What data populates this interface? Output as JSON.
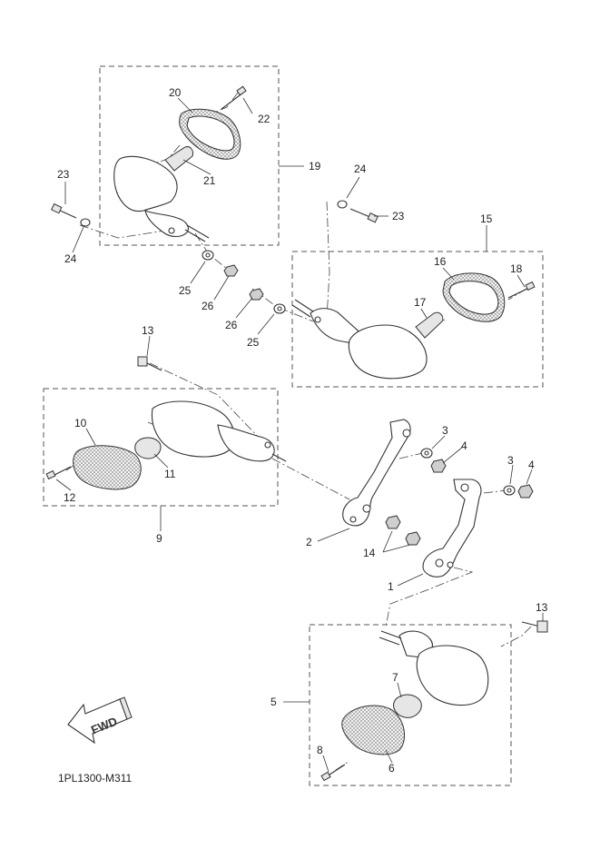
{
  "diagram_code": "1PL1300-M311",
  "fwd_label": "FWD",
  "parts": {
    "p1": "1",
    "p2": "2",
    "p3a": "3",
    "p3b": "3",
    "p4a": "4",
    "p4b": "4",
    "p5": "5",
    "p6": "6",
    "p7": "7",
    "p8": "8",
    "p9": "9",
    "p10": "10",
    "p11": "11",
    "p12": "12",
    "p13a": "13",
    "p13b": "13",
    "p14": "14",
    "p15": "15",
    "p16": "16",
    "p17": "17",
    "p18": "18",
    "p19": "19",
    "p20": "20",
    "p21": "21",
    "p22": "22",
    "p23a": "23",
    "p23b": "23",
    "p24a": "24",
    "p24b": "24",
    "p25a": "25",
    "p25b": "25",
    "p26a": "26",
    "p26b": "26"
  }
}
